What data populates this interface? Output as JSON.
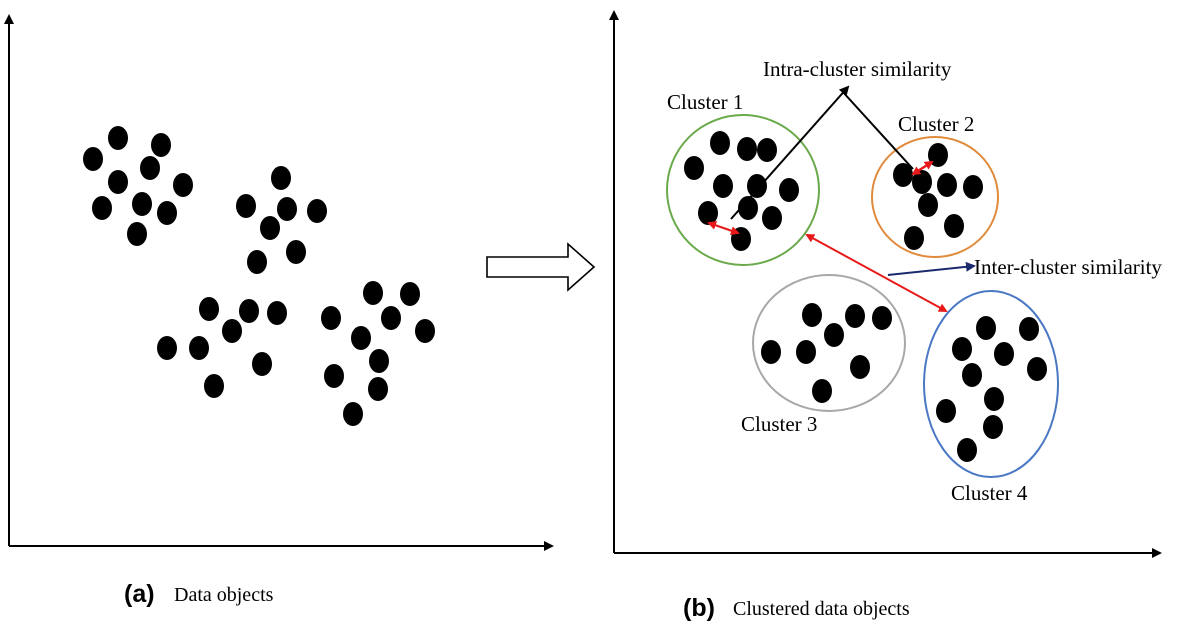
{
  "panel_a": {
    "tag": "(a)",
    "caption": "Data objects"
  },
  "panel_b": {
    "tag": "(b)",
    "caption": "Clustered data objects",
    "clusters": [
      {
        "label": "Cluster 1",
        "color": "#6aaa4a"
      },
      {
        "label": "Cluster 2",
        "color": "#e08a3c"
      },
      {
        "label": "Cluster 3",
        "color": "#a8a8a8"
      },
      {
        "label": "Cluster 4",
        "color": "#4a78c4"
      }
    ],
    "annotations": {
      "intra": "Intra-cluster similarity",
      "inter": "Inter-cluster similarity"
    }
  },
  "colors": {
    "point": "#000000",
    "axis": "#000000",
    "similarity_arrow": "#e8191a",
    "intra_pointer": "#000000",
    "inter_pointer": "#1a2a6c"
  }
}
